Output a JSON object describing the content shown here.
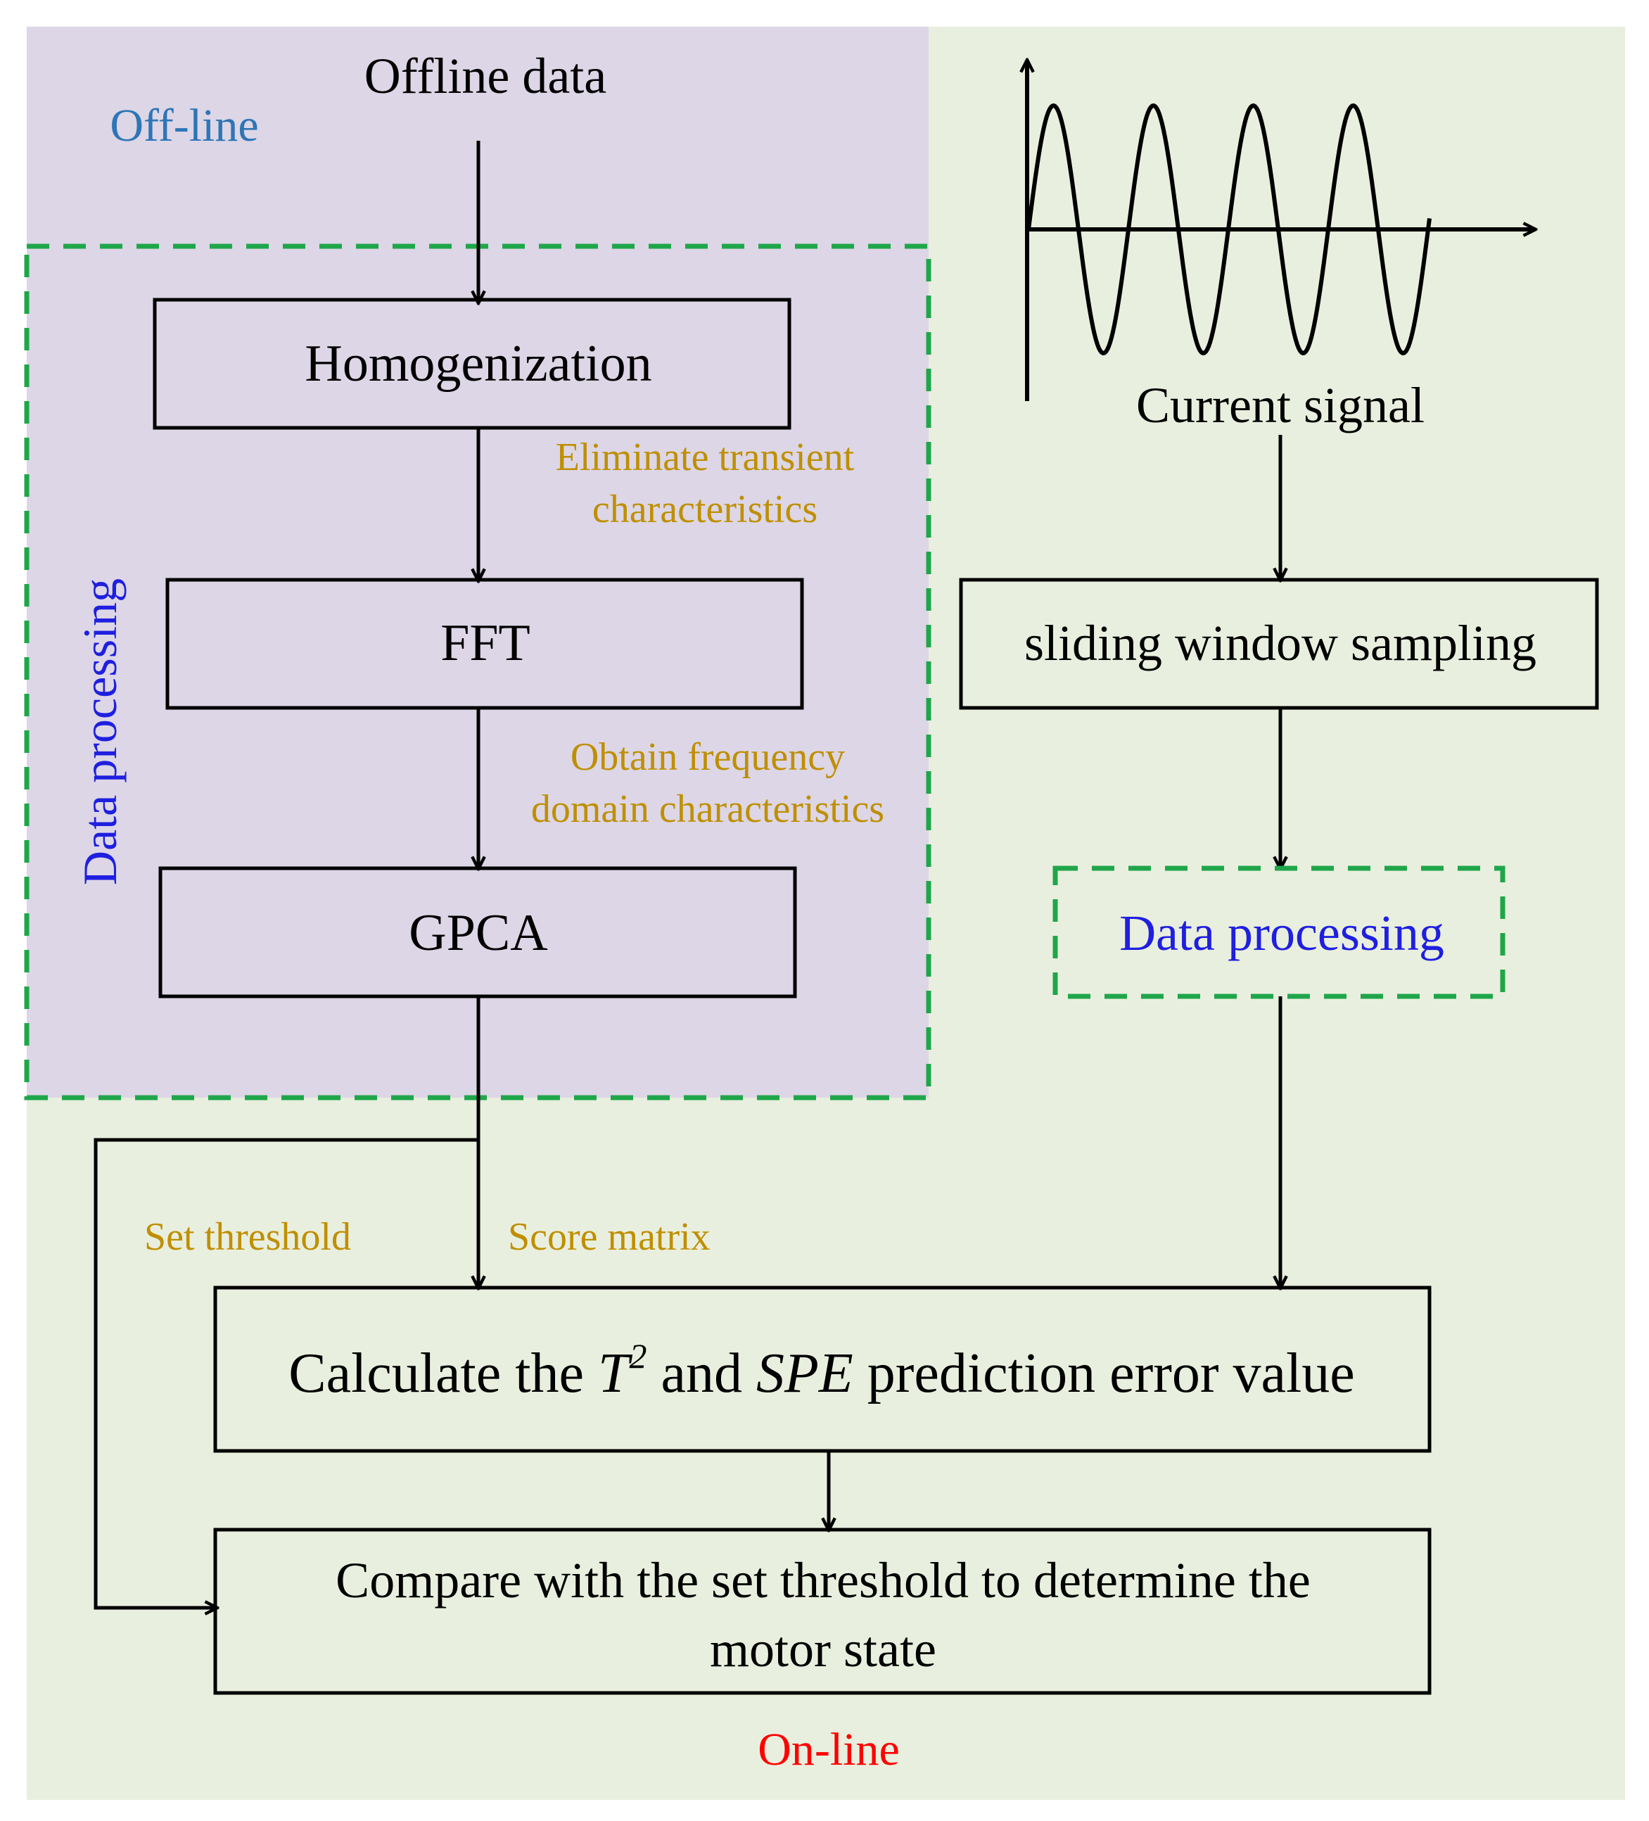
{
  "regions": {
    "offline_label": "Off-line",
    "online_label": "On-line"
  },
  "offline": {
    "source": "Offline data",
    "group_label": "Data processing",
    "step1": "Homogenization",
    "edge1": [
      "Eliminate transient",
      "characteristics"
    ],
    "step2": "FFT",
    "edge2": [
      "Obtain frequency",
      "domain characteristics"
    ],
    "step3": "GPCA",
    "edge_threshold": "Set threshold",
    "edge_score": "Score matrix"
  },
  "online": {
    "signal_label": "Current signal",
    "sampling": "sliding window sampling",
    "processing": "Data processing",
    "calculate": {
      "before": "Calculate the ",
      "t_var": "T",
      "t_exp": "2",
      "mid": " and ",
      "spe_var": "SPE",
      "after": " prediction error value"
    },
    "compare": [
      "Compare with the set threshold to determine the",
      "motor state"
    ]
  },
  "colors": {
    "offline_bg": "#DCD6E6",
    "online_bg": "#E9EFDE",
    "dashed_green": "#1FA64A",
    "offline_label": "#2E75B6",
    "online_label": "#FF0000",
    "group_label": "#1F1FE0",
    "edge_label": "#BF8F00",
    "stroke": "#000000"
  }
}
